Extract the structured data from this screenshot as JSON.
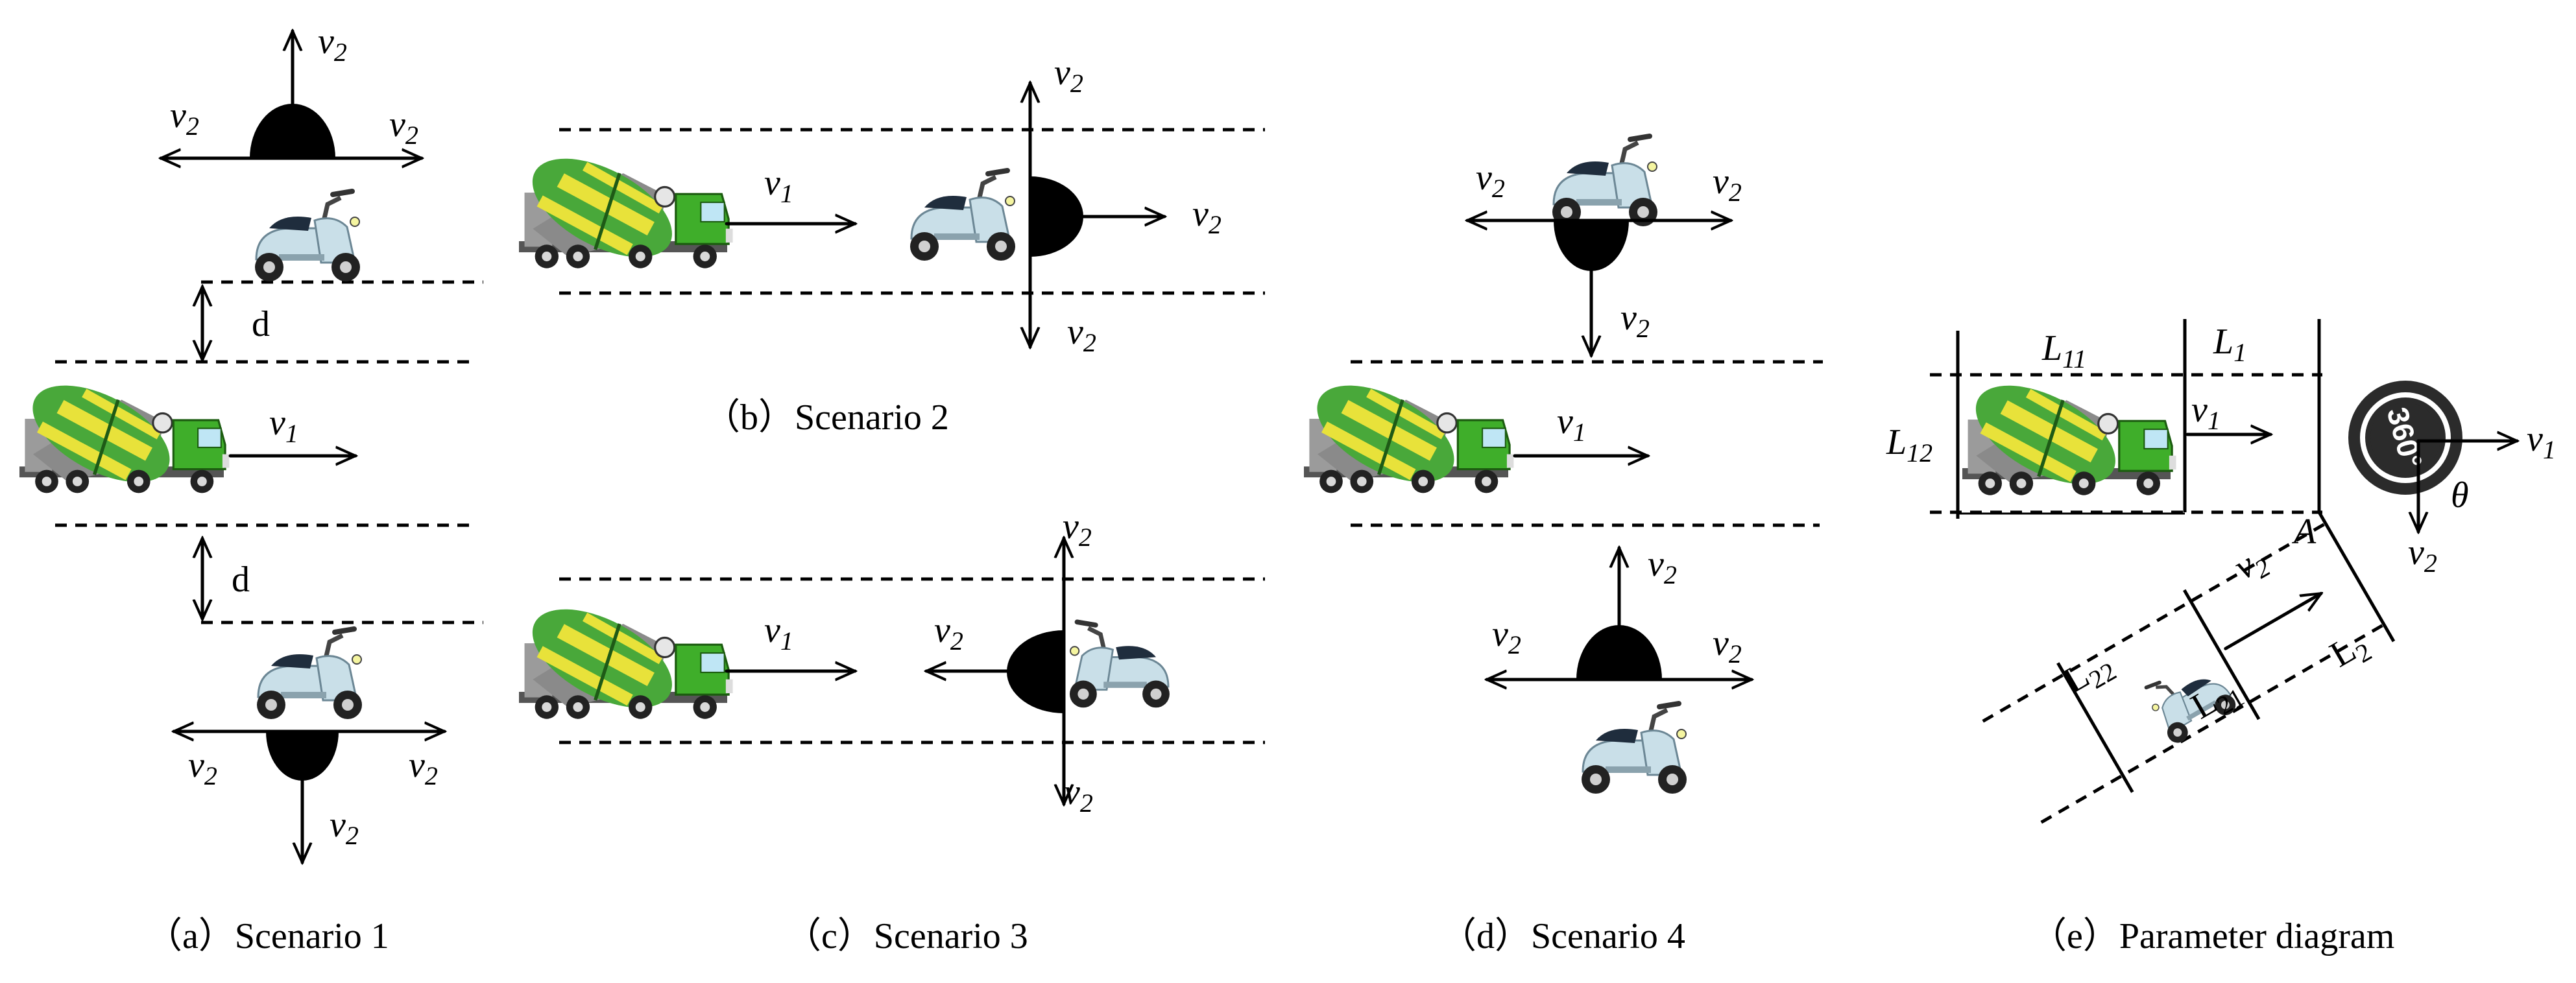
{
  "labels": {
    "v1": "v",
    "v1_sub": "1",
    "v2": "v",
    "v2_sub": "2",
    "d": "d",
    "A": "A",
    "theta": "θ",
    "L11": "L",
    "L11_sub": "11",
    "L12": "L",
    "L12_sub": "12",
    "L1": "L",
    "L1_sub": "1",
    "L2": "L",
    "L2_sub": "2",
    "L21": "L",
    "L21_sub": "21",
    "L22": "L",
    "L22_sub": "22",
    "badge": "360°"
  },
  "captions": {
    "a": "（a）Scenario 1",
    "b": "（b）Scenario 2",
    "c": "（c）Scenario 3",
    "d": "（d）Scenario 4",
    "e": "（e）Parameter diagram"
  },
  "colors": {
    "truck_cab": "#3fae2a",
    "mixer_yellow": "#e8e23a",
    "mixer_green": "#49a83a",
    "chassis": "#555555",
    "scooter_body": "#c9dfe8",
    "scooter_seat": "#1f2d3d",
    "obstacle": "#000000"
  },
  "icons": [
    "concrete-mixer-truck-icon",
    "scooter-icon",
    "camera-360-icon"
  ]
}
